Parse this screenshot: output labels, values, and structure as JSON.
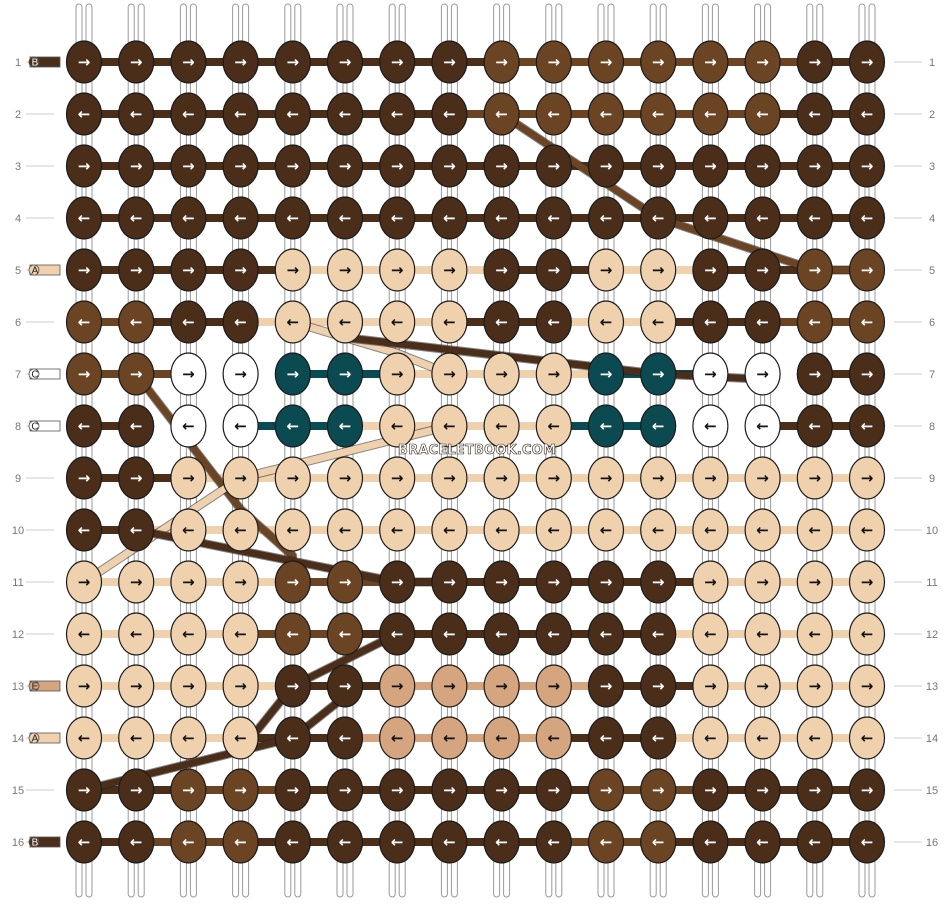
{
  "watermark": "BRACELETBOOK.COM",
  "palette": {
    "B": "#4a2e1a",
    "Bmid": "#6b4423",
    "A": "#f0d1ae",
    "C": "#ffffff",
    "D": "#0c4a52",
    "E": "#d4a57e"
  },
  "row_labels": [
    "1",
    "2",
    "3",
    "4",
    "5",
    "6",
    "7",
    "8",
    "9",
    "10",
    "11",
    "12",
    "13",
    "14",
    "15",
    "16"
  ],
  "left_tags": [
    {
      "row": 1,
      "letter": "B",
      "color": "#4a2e1a"
    },
    {
      "row": 5,
      "letter": "A",
      "color": "#f0d1ae"
    },
    {
      "row": 7,
      "letter": "C",
      "color": "#ffffff"
    },
    {
      "row": 8,
      "letter": "C",
      "color": "#ffffff"
    },
    {
      "row": 13,
      "letter": "E",
      "color": "#d4a57e"
    },
    {
      "row": 14,
      "letter": "A",
      "color": "#f0d1ae"
    },
    {
      "row": 16,
      "letter": "B",
      "color": "#4a2e1a"
    }
  ],
  "rows": [
    {
      "dir": "right",
      "knots": [
        "B",
        "B",
        "B",
        "B",
        "B",
        "B",
        "B",
        "B",
        "M",
        "M",
        "M",
        "M",
        "M",
        "M",
        "B",
        "B"
      ]
    },
    {
      "dir": "left",
      "knots": [
        "B",
        "B",
        "B",
        "B",
        "B",
        "B",
        "B",
        "B",
        "M",
        "M",
        "M",
        "M",
        "M",
        "M",
        "B",
        "B"
      ]
    },
    {
      "dir": "right",
      "knots": [
        "B",
        "B",
        "B",
        "B",
        "B",
        "B",
        "B",
        "B",
        "B",
        "B",
        "B",
        "B",
        "B",
        "B",
        "B",
        "B"
      ]
    },
    {
      "dir": "left",
      "knots": [
        "B",
        "B",
        "B",
        "B",
        "B",
        "B",
        "B",
        "B",
        "B",
        "B",
        "B",
        "B",
        "B",
        "B",
        "B",
        "B"
      ]
    },
    {
      "dir": "right",
      "knots": [
        "B",
        "B",
        "B",
        "B",
        "A",
        "A",
        "A",
        "A",
        "B",
        "B",
        "A",
        "A",
        "B",
        "B",
        "M",
        "M"
      ]
    },
    {
      "dir": "left",
      "knots": [
        "M",
        "M",
        "B",
        "B",
        "A",
        "A",
        "A",
        "A",
        "B",
        "B",
        "A",
        "A",
        "B",
        "B",
        "M",
        "M"
      ]
    },
    {
      "dir": "right",
      "knots": [
        "M",
        "M",
        "C",
        "C",
        "D",
        "D",
        "A",
        "A",
        "A",
        "A",
        "D",
        "D",
        "C",
        "C",
        "B",
        "B"
      ]
    },
    {
      "dir": "left",
      "knots": [
        "B",
        "B",
        "C",
        "C",
        "D",
        "D",
        "A",
        "A",
        "A",
        "A",
        "D",
        "D",
        "C",
        "C",
        "B",
        "B"
      ]
    },
    {
      "dir": "right",
      "knots": [
        "B",
        "B",
        "A",
        "A",
        "A",
        "A",
        "A",
        "A",
        "A",
        "A",
        "A",
        "A",
        "A",
        "A",
        "A",
        "A"
      ]
    },
    {
      "dir": "left",
      "knots": [
        "B",
        "B",
        "A",
        "A",
        "A",
        "A",
        "A",
        "A",
        "A",
        "A",
        "A",
        "A",
        "A",
        "A",
        "A",
        "A"
      ]
    },
    {
      "dir": "right",
      "knots": [
        "A",
        "A",
        "A",
        "A",
        "M",
        "M",
        "B",
        "B",
        "B",
        "B",
        "B",
        "B",
        "A",
        "A",
        "A",
        "A"
      ]
    },
    {
      "dir": "left",
      "knots": [
        "A",
        "A",
        "A",
        "A",
        "M",
        "M",
        "B",
        "B",
        "B",
        "B",
        "B",
        "B",
        "A",
        "A",
        "A",
        "A"
      ]
    },
    {
      "dir": "right",
      "knots": [
        "A",
        "A",
        "A",
        "A",
        "B",
        "B",
        "E",
        "E",
        "E",
        "E",
        "B",
        "B",
        "A",
        "A",
        "A",
        "A"
      ]
    },
    {
      "dir": "left",
      "knots": [
        "A",
        "A",
        "A",
        "A",
        "B",
        "B",
        "E",
        "E",
        "E",
        "E",
        "B",
        "B",
        "A",
        "A",
        "A",
        "A"
      ]
    },
    {
      "dir": "right",
      "knots": [
        "B",
        "B",
        "M",
        "M",
        "B",
        "B",
        "B",
        "B",
        "B",
        "B",
        "M",
        "M",
        "B",
        "B",
        "B",
        "B"
      ]
    },
    {
      "dir": "left",
      "knots": [
        "B",
        "B",
        "M",
        "M",
        "B",
        "B",
        "B",
        "B",
        "B",
        "B",
        "M",
        "M",
        "B",
        "B",
        "B",
        "B"
      ]
    }
  ]
}
